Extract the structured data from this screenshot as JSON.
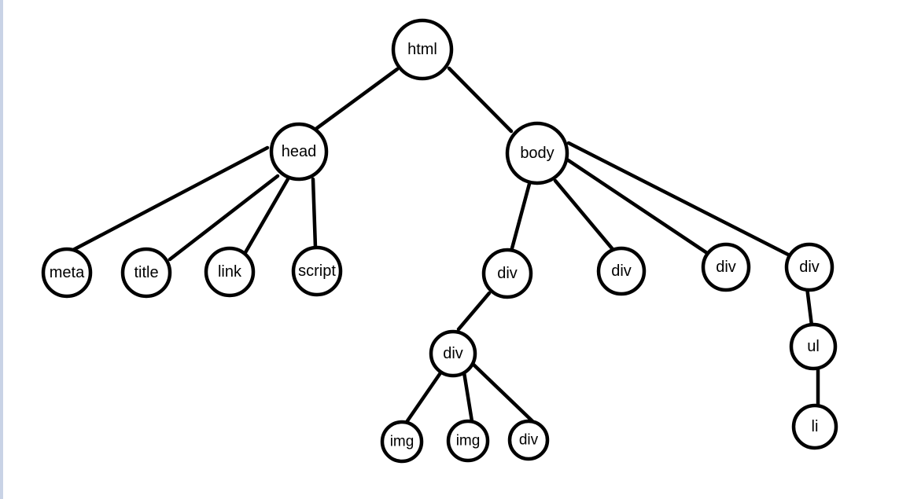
{
  "colors": {
    "background": "#ffffff",
    "ink": "#000000",
    "left_border": "#c9d3e6"
  },
  "diagram": {
    "type": "tree",
    "nodes": [
      {
        "id": "html",
        "label": "html"
      },
      {
        "id": "head",
        "label": "head"
      },
      {
        "id": "body",
        "label": "body"
      },
      {
        "id": "meta",
        "label": "meta"
      },
      {
        "id": "title",
        "label": "title"
      },
      {
        "id": "link",
        "label": "link"
      },
      {
        "id": "script",
        "label": "script"
      },
      {
        "id": "div1",
        "label": "div"
      },
      {
        "id": "div2",
        "label": "div"
      },
      {
        "id": "div3",
        "label": "div"
      },
      {
        "id": "div4",
        "label": "div"
      },
      {
        "id": "div1a",
        "label": "div"
      },
      {
        "id": "img1",
        "label": "img"
      },
      {
        "id": "img2",
        "label": "img"
      },
      {
        "id": "div1b",
        "label": "div"
      },
      {
        "id": "ul",
        "label": "ul"
      },
      {
        "id": "li",
        "label": "li"
      }
    ],
    "edges": [
      {
        "from": "html",
        "to": "head"
      },
      {
        "from": "html",
        "to": "body"
      },
      {
        "from": "head",
        "to": "meta"
      },
      {
        "from": "head",
        "to": "title"
      },
      {
        "from": "head",
        "to": "link"
      },
      {
        "from": "head",
        "to": "script"
      },
      {
        "from": "body",
        "to": "div1"
      },
      {
        "from": "body",
        "to": "div2"
      },
      {
        "from": "body",
        "to": "div3"
      },
      {
        "from": "body",
        "to": "div4"
      },
      {
        "from": "div1",
        "to": "div1a"
      },
      {
        "from": "div1a",
        "to": "img1"
      },
      {
        "from": "div1a",
        "to": "img2"
      },
      {
        "from": "div1a",
        "to": "div1b"
      },
      {
        "from": "div4",
        "to": "ul"
      },
      {
        "from": "ul",
        "to": "li"
      }
    ]
  }
}
